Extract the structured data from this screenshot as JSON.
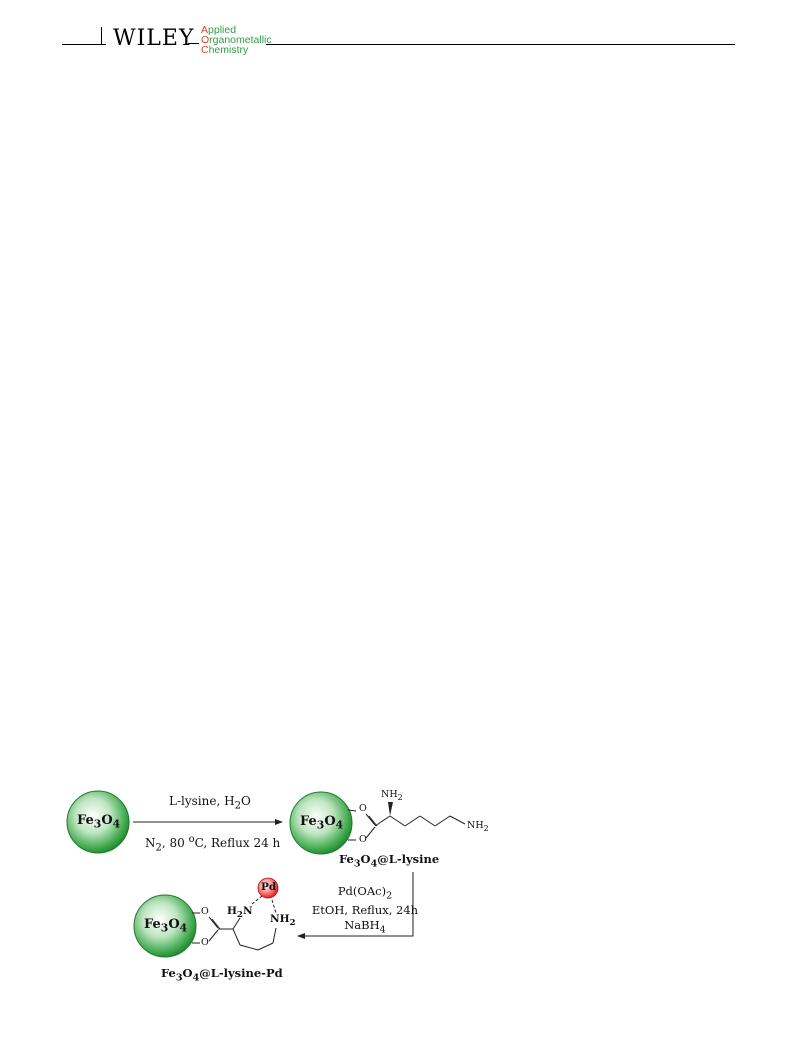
{
  "header": {
    "publisher": "WILEY",
    "journal": {
      "line1": "Applied",
      "line2": "Organometallic",
      "line3": "Chemistry"
    },
    "colors": {
      "accent_red": "#e0402e",
      "accent_green": "#2e9e47"
    }
  },
  "scheme": {
    "bead_fe3o4": "Fe3O4",
    "bead_fe3o4_html": "Fe<sub>3</sub>O<sub>4</sub>",
    "step1_top": "L-lysine, H2O",
    "step1_top_html": "L-lysine, H<sub>2</sub>O",
    "step1_bottom": "N2, 80 oC, Reflux 24 h",
    "step1_bottom_html": "N<sub>2</sub>, 80 <sup>o</sup>C, Reflux 24 h",
    "product1_label": "Fe3O4@L-lysine",
    "product1_label_html": "Fe<sub>3</sub>O<sub>4</sub>@L-lysine",
    "step2_l1": "Pd(OAc)2",
    "step2_l1_html": "Pd(OAc)<sub>2</sub>",
    "step2_l2": "EtOH, Reflux, 24h",
    "step2_l3": "NaBH4",
    "step2_l3_html": "NaBH<sub>4</sub>",
    "product2_label": "Fe3O4@L-lysine-Pd",
    "product2_label_html": "Fe<sub>3</sub>O<sub>4</sub>@L-lysine-Pd",
    "atom_o": "O",
    "atom_nh2": "NH2",
    "atom_nh2_html": "NH<sub>2</sub>",
    "atom_h2n": "H2N",
    "atom_h2n_html": "H<sub>2</sub>N",
    "atom_pd": "Pd",
    "colors": {
      "bead_green": "#1e8a2e",
      "pd_red": "#e01b1b"
    }
  }
}
